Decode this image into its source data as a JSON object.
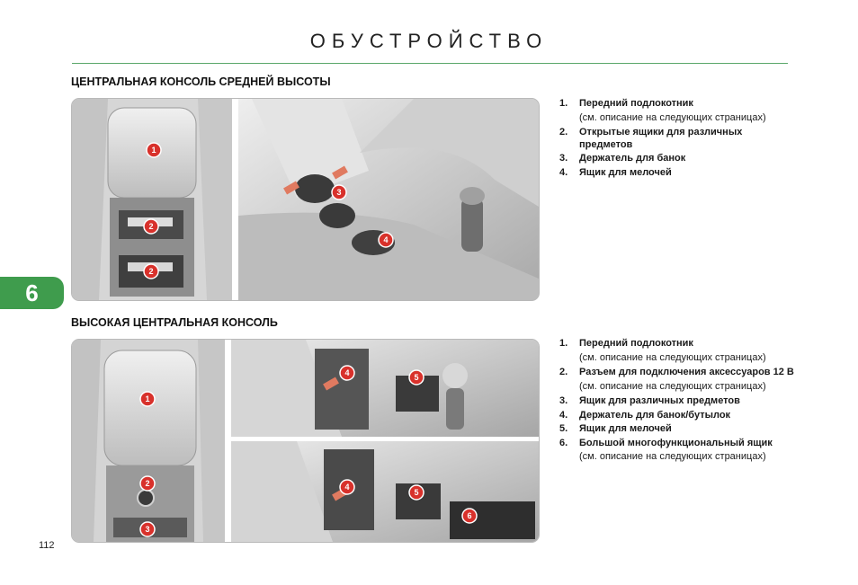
{
  "page": {
    "title": "ОБУСТРОЙСТВО",
    "chapter_number": "6",
    "page_number": "112",
    "accent_color": "#3f9c4d"
  },
  "section1": {
    "heading": "ЦЕНТРАЛЬНАЯ КОНСОЛЬ СРЕДНЕЙ ВЫСОТЫ",
    "badges": {
      "b1": "1",
      "b2a": "2",
      "b2b": "2",
      "b3": "3",
      "b4": "4"
    },
    "legend": [
      {
        "num": "1.",
        "text": "Передний подлокотник",
        "note": "(см. описание на следующих страницах)"
      },
      {
        "num": "2.",
        "text": "Открытые ящики для различных предметов",
        "note": ""
      },
      {
        "num": "3.",
        "text": "Держатель для банок",
        "note": ""
      },
      {
        "num": "4.",
        "text": "Ящик для мелочей",
        "note": ""
      }
    ]
  },
  "section2": {
    "heading": "ВЫСОКАЯ ЦЕНТРАЛЬНАЯ КОНСОЛЬ",
    "badges": {
      "b1": "1",
      "b2": "2",
      "b3": "3",
      "b4a": "4",
      "b5a": "5",
      "b4b": "4",
      "b5b": "5",
      "b6": "6"
    },
    "legend": [
      {
        "num": "1.",
        "text": "Передний подлокотник",
        "note": "(см. описание на следующих страницах)"
      },
      {
        "num": "2.",
        "text": "Разъем для подключения аксессуаров 12 В",
        "note": "(см. описание на следующих страницах)"
      },
      {
        "num": "3.",
        "text": "Ящик для различных предметов",
        "note": ""
      },
      {
        "num": "4.",
        "text": "Держатель для банок/бутылок",
        "note": ""
      },
      {
        "num": "5.",
        "text": "Ящик для мелочей",
        "note": ""
      },
      {
        "num": "6.",
        "text": "Большой многофункциональный ящик",
        "note": "(см. описание на следующих страницах)"
      }
    ]
  }
}
